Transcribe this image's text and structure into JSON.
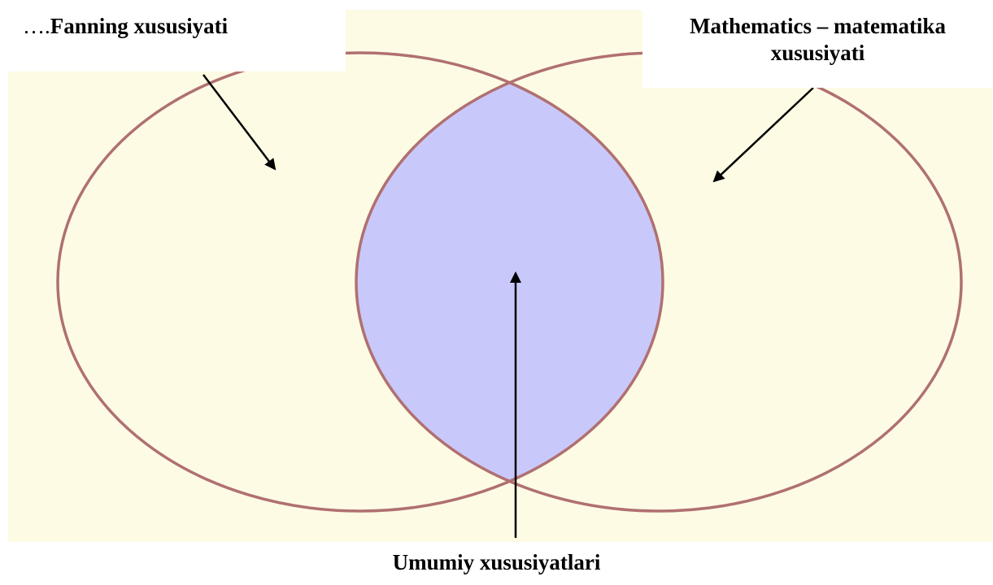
{
  "colors": {
    "background": "#fdfbe4",
    "intersection": "#c9c8fb",
    "outline": "#b07070",
    "arrow": "#000000"
  },
  "labels": {
    "left_prefix": "….",
    "left": "Fanning xususiyati",
    "right_line1": "Mathematics – matematika",
    "right_line2": "xususiyati",
    "bottom": "Umumiy xususiyatlari"
  }
}
